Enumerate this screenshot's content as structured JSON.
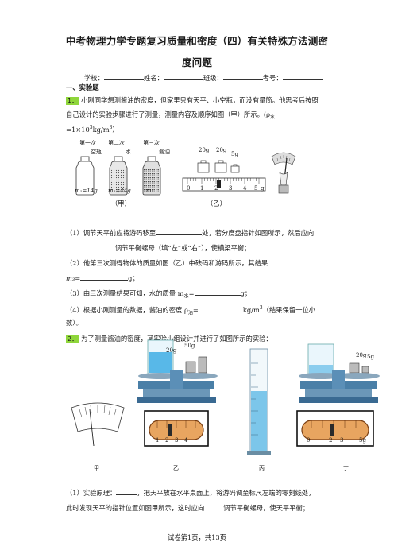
{
  "title": {
    "line1": "中考物理力学专题复习质量和密度（四）有关特殊方法测密",
    "line2": "度问题"
  },
  "student_info": {
    "school": "学校：",
    "name": "姓名：",
    "class": "班级：",
    "exam_no": "考号："
  },
  "section1": "一、实验题",
  "q1": {
    "num": "1．",
    "text_a": "小刚同学想测酱油的密度，但家里只有天平、小空瓶，而没有量筒。他思考后按照",
    "text_b": "自己设计的实验步骤进行了测量，测量内容及顺序如图（甲）所示。(ρ",
    "text_b_sub": "水",
    "text_c": "=1×10",
    "text_c_sup": "3",
    "text_c2": "kg/m",
    "text_c_sup2": "3",
    "text_c3": "）",
    "fig_jia": {
      "labels": [
        "第一次",
        "第二次",
        "第三次"
      ],
      "sublabels": [
        "空瓶",
        "水",
        "酱油"
      ],
      "masses": [
        "m₁=14g",
        "m₂=44g",
        "m₃"
      ],
      "caption": "（甲）"
    },
    "fig_yi": {
      "weights": [
        "20g",
        "20g",
        "5g"
      ],
      "scale_ticks": [
        "0",
        "1",
        "2",
        "3",
        "4",
        "5",
        "g"
      ],
      "caption": "（乙）"
    },
    "s1a": "（1）调节天平前应将游码移至",
    "s1b": "处，若分度盘指针如图所示，然后应向",
    "s1c": "调节平衡螺母（填“左”或“右”），使横梁平衡；",
    "s2": "（2）他第三次测得物体的质量如图（乙）中砝码和游码所示，其结果",
    "s2b_var": "m₃=",
    "s2b_unit": "g；",
    "s3a": "（3）由三次测量结果可知，水的质量 m",
    "s3a_sub": "水",
    "s3b": "=",
    "s3c": "g；",
    "s4a": "（4）根据小刚测量的数据，酱油的密度 ρ",
    "s4a_sub": "油",
    "s4b": "=",
    "s4c": "kg/m",
    "s4c_sup": "3",
    "s4d": "（结果保留一位小",
    "s4e": "数）。"
  },
  "q2": {
    "num": "2．",
    "text": "为了测量酱油的密度，某实验小组设计并进行了如图所示的实验：",
    "weights_b": [
      "20g",
      "50g"
    ],
    "weights_d": [
      "20g",
      "5g"
    ],
    "scale_ticks": [
      "0",
      "1",
      "2",
      "3",
      "4",
      "5g"
    ],
    "captions": [
      "甲",
      "乙",
      "丙",
      "丁"
    ],
    "s1a": "（1）实验原理：",
    "s1b": "，把天平放在水平桌面上，将游码调至标尺左端的零刻线处，",
    "s1c": "此时发现天平的指针位置如图甲所示，这时应向",
    "s1d": "调节平衡螺母，使天平平衡；"
  },
  "footer": "试卷第1页，共13页",
  "colors": {
    "highlight": "#8fd63b",
    "balance_blue": "#4a7fa7",
    "liquid_blue": "#58b8e8"
  }
}
